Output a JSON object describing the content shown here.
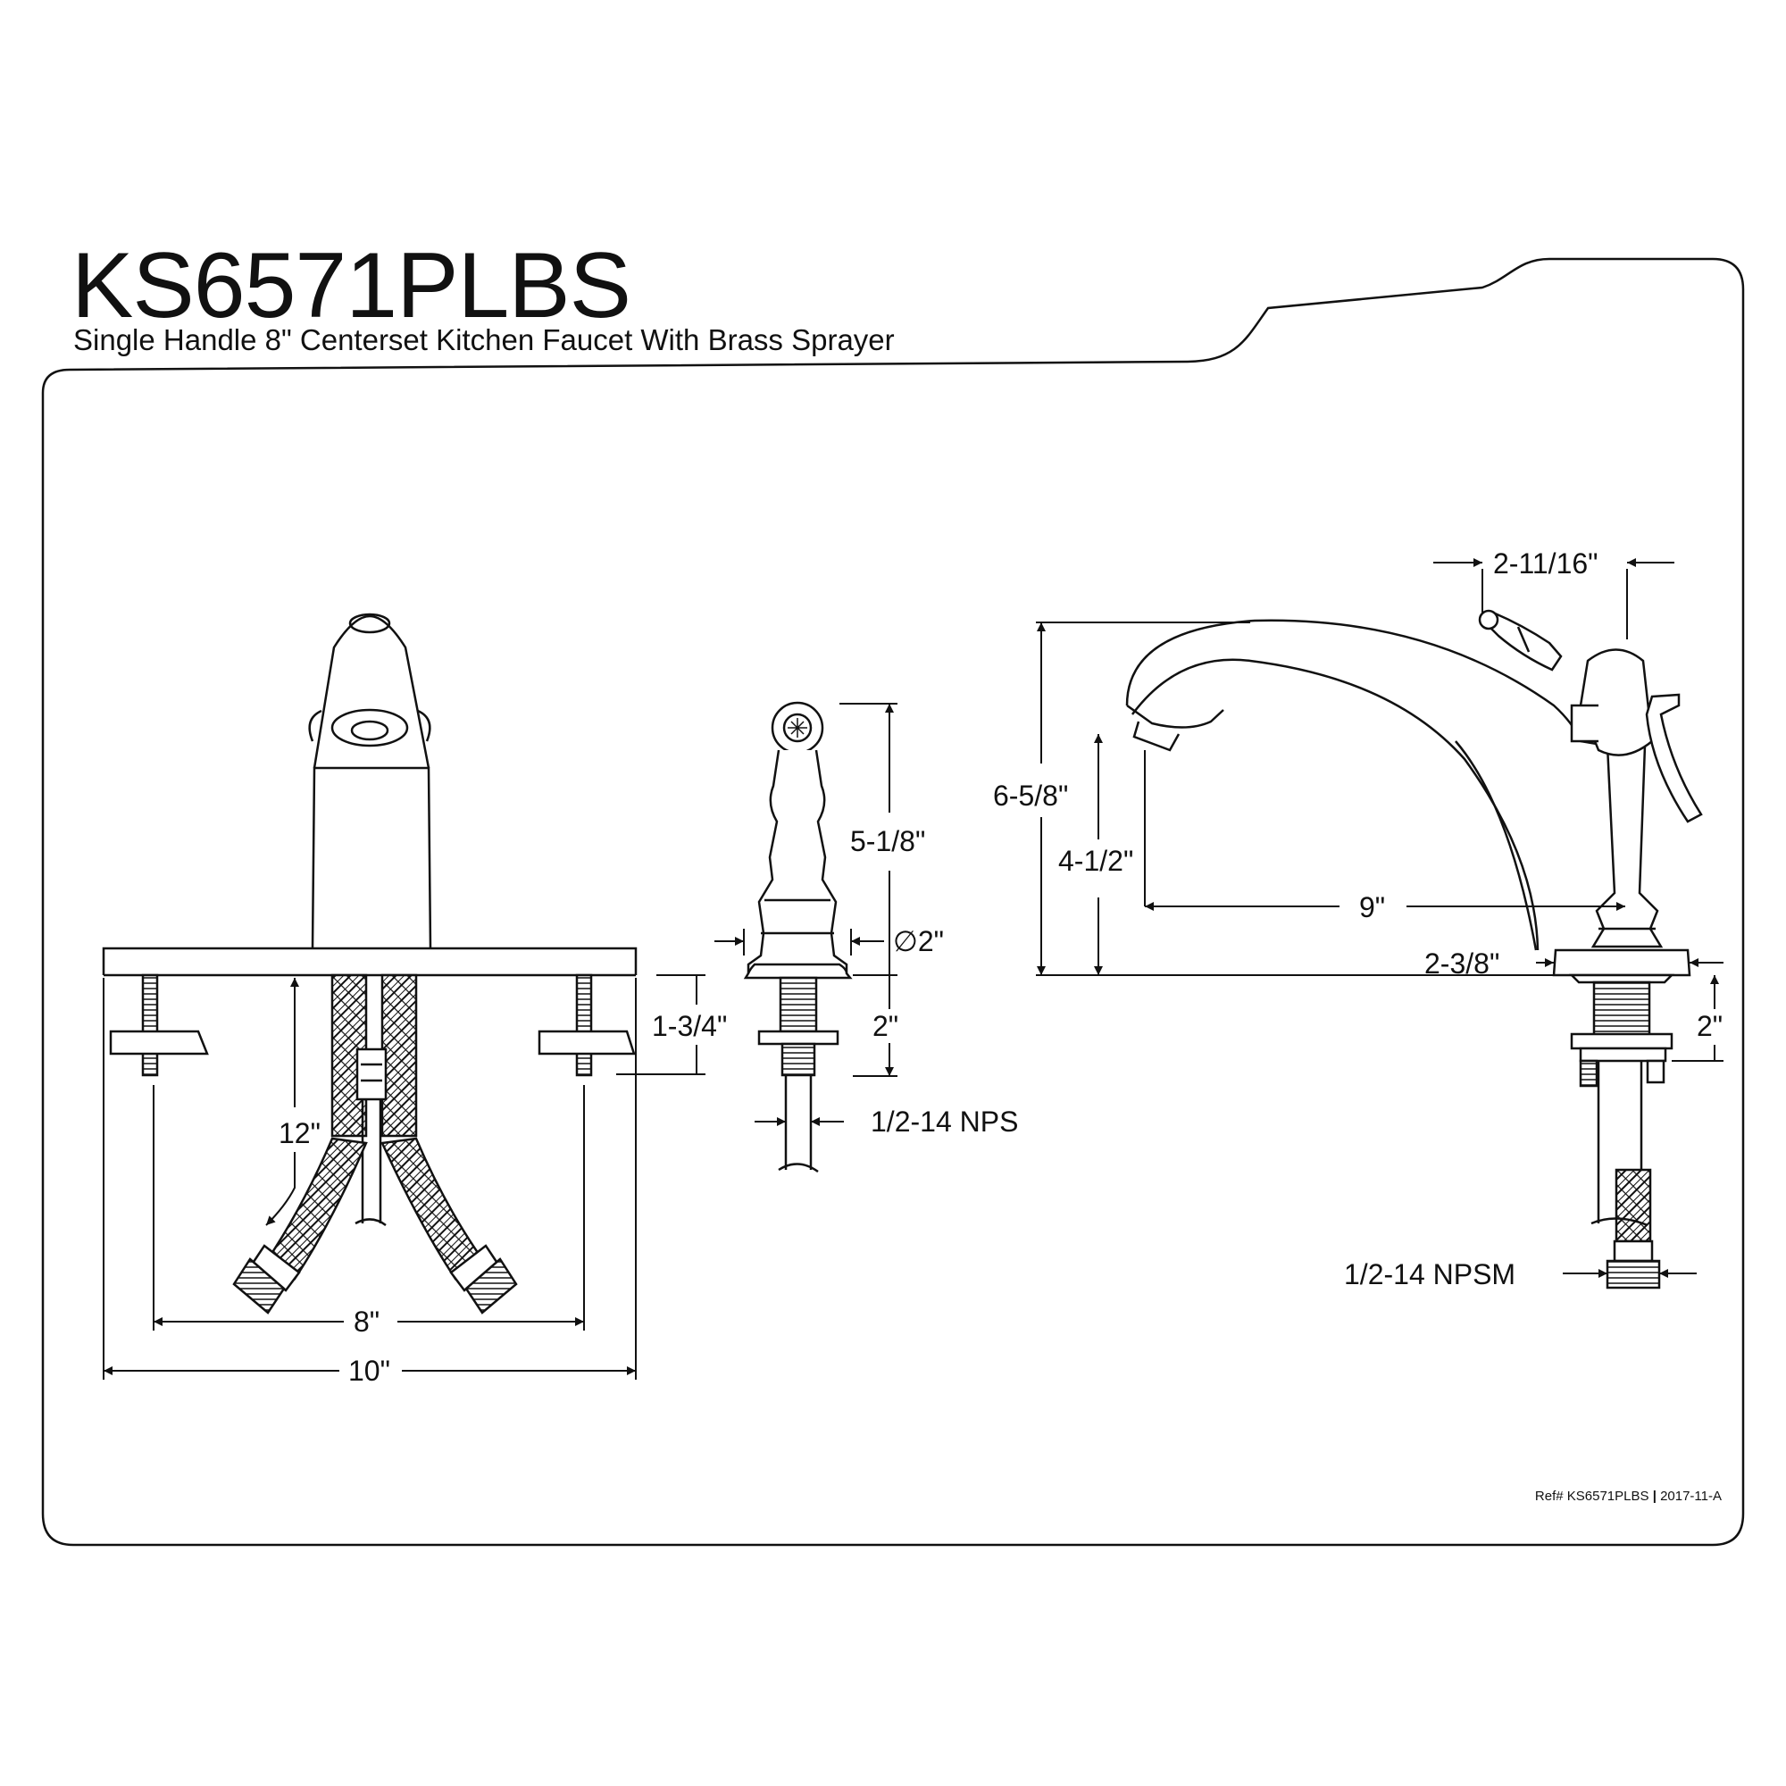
{
  "header": {
    "model": "KS6571PLBS",
    "subtitle": "Single Handle 8\" Centerset Kitchen Faucet With Brass Sprayer"
  },
  "footer": {
    "ref_label": "Ref#",
    "ref_model": "KS6571PLBS",
    "separator": "|",
    "revision": "2017-11-A"
  },
  "front_view": {
    "dim_hose_length": "12\"",
    "dim_mount_spacing": "8\"",
    "dim_plate_width": "10\"",
    "dim_shank_length": "1-3/4\""
  },
  "sprayer_view": {
    "dim_height": "5-1/8\"",
    "dim_base_diameter": "∅2\"",
    "dim_shank": "2\"",
    "dim_thread": "1/2-14 NPS"
  },
  "side_view": {
    "dim_handle": "2-11/16\"",
    "dim_total_height": "6-5/8\"",
    "dim_spout_height": "4-1/2\"",
    "dim_reach": "9\"",
    "dim_base": "2-3/8\"",
    "dim_shank": "2\"",
    "dim_thread": "1/2-14 NPSM"
  },
  "colors": {
    "line": "#111111",
    "paper": "#ffffff"
  }
}
